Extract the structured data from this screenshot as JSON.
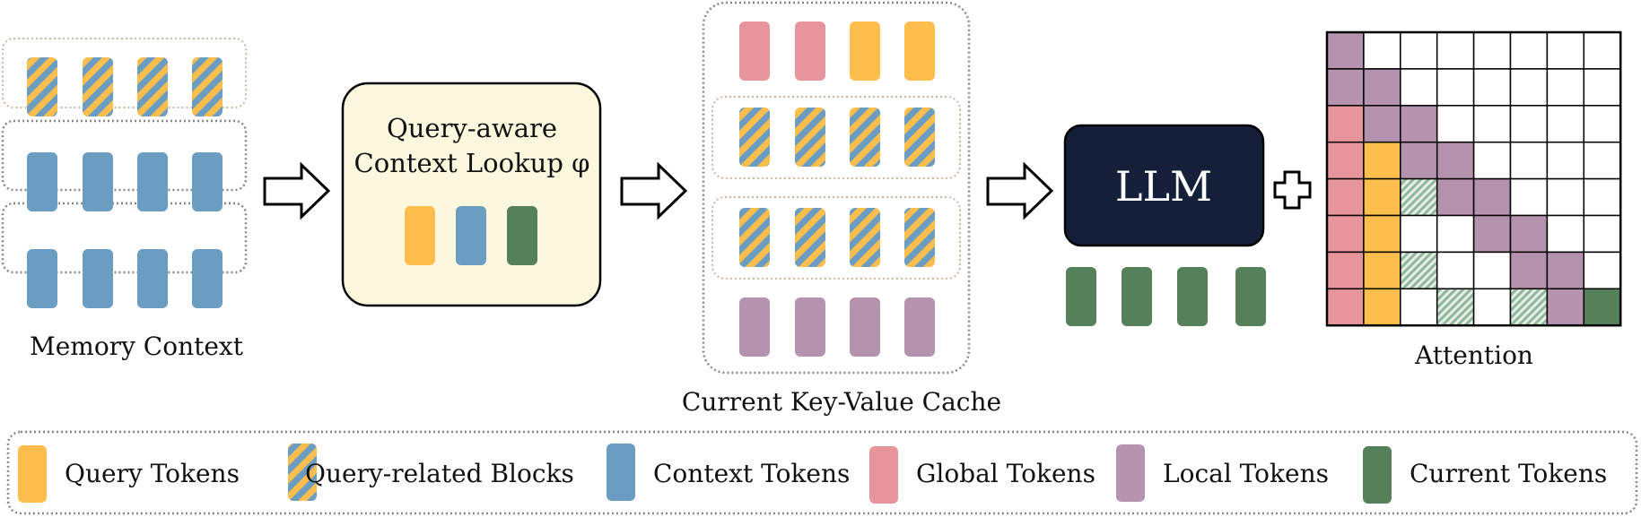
{
  "memory_context": {
    "label": "Memory Context"
  },
  "lookup": {
    "title_line1": "Query-aware",
    "title_line2": "Context Lookup φ"
  },
  "kv_cache": {
    "label": "Current Key-Value Cache"
  },
  "llm": {
    "label": "LLM"
  },
  "attention": {
    "label": "Attention",
    "size": 8,
    "cells": [
      [
        "local",
        "white",
        "white",
        "white",
        "white",
        "white",
        "white",
        "white"
      ],
      [
        "local",
        "local",
        "white",
        "white",
        "white",
        "white",
        "white",
        "white"
      ],
      [
        "global",
        "local",
        "local",
        "white",
        "white",
        "white",
        "white",
        "white"
      ],
      [
        "global",
        "query",
        "local",
        "local",
        "white",
        "white",
        "white",
        "white"
      ],
      [
        "global",
        "query",
        "hatch",
        "local",
        "local",
        "white",
        "white",
        "white"
      ],
      [
        "global",
        "query",
        "white",
        "white",
        "local",
        "local",
        "white",
        "white"
      ],
      [
        "global",
        "query",
        "hatch",
        "white",
        "white",
        "local",
        "local",
        "white"
      ],
      [
        "global",
        "query",
        "white",
        "hatch",
        "white",
        "hatch",
        "local",
        "current"
      ]
    ]
  },
  "legend": [
    {
      "key": "query",
      "label": "Query Tokens"
    },
    {
      "key": "striped",
      "label": "Query-related Blocks"
    },
    {
      "key": "context",
      "label": "Context Tokens"
    },
    {
      "key": "global",
      "label": "Global Tokens"
    },
    {
      "key": "local",
      "label": "Local Tokens"
    },
    {
      "key": "current",
      "label": "Current Tokens"
    }
  ],
  "colors": {
    "query": "#FDBE4D",
    "context": "#6A9DC1",
    "global": "#E7959A",
    "local": "#B593AE",
    "current": "#55805A",
    "lookup_fill": "#FCF8DE",
    "llm_fill": "#14203A",
    "hatch_a": "#8FB89A",
    "hatch_b": "#E6EEE7"
  }
}
